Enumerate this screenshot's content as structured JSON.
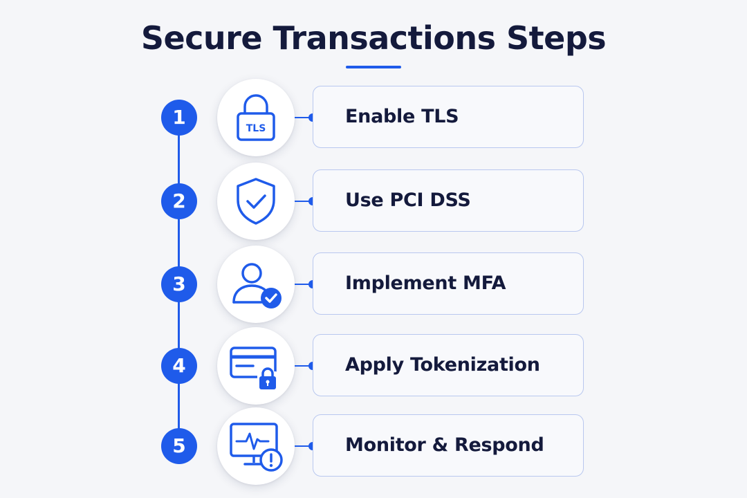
{
  "title": "Secure Transactions Steps",
  "colors": {
    "accent": "#1f5bea",
    "heading": "#141a3c",
    "card_border": "#b8c7ef",
    "background": "#f5f6f9"
  },
  "steps": [
    {
      "number": "1",
      "label": "Enable TLS",
      "icon": "padlock-tls-icon",
      "icon_text": "TLS"
    },
    {
      "number": "2",
      "label": "Use PCI DSS",
      "icon": "shield-check-icon"
    },
    {
      "number": "3",
      "label": "Implement MFA",
      "icon": "user-check-icon"
    },
    {
      "number": "4",
      "label": "Apply Tokenization",
      "icon": "credit-card-lock-icon"
    },
    {
      "number": "5",
      "label": "Monitor & Respond",
      "icon": "monitor-alert-icon"
    }
  ]
}
